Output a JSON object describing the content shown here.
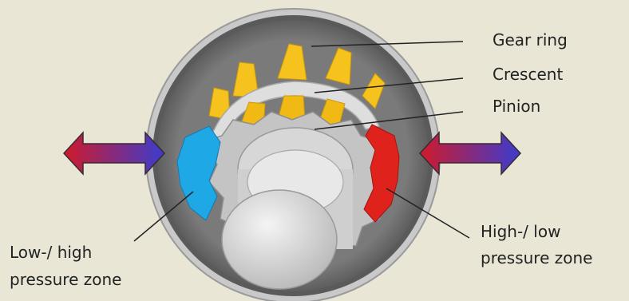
{
  "labels": {
    "gear_ring": "Gear ring",
    "crescent": "Crescent",
    "pinion": "Pinion",
    "left_zone_line1": "Low-/ high",
    "left_zone_line2": "pressure zone",
    "right_zone_line1": "High-/ low",
    "right_zone_line2": "pressure zone"
  },
  "colors": {
    "background": "#e9e6d6",
    "gear_ring": "#6f6f6f",
    "teeth": "#f6c21e",
    "crescent": "#dcdcdc",
    "pinion": "#c9c9c9",
    "low_zone": "#1fa8e6",
    "high_zone": "#e0221c",
    "arrow_from": "#d01a2a",
    "arrow_to": "#3b3ccf"
  }
}
